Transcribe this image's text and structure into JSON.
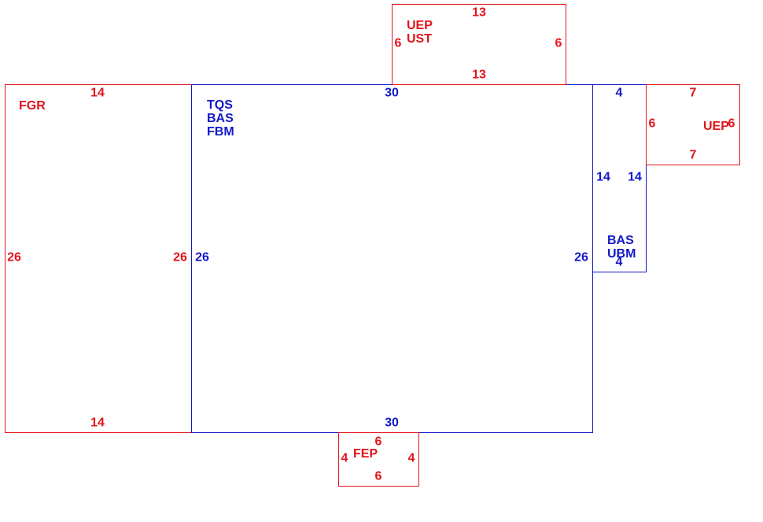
{
  "colors": {
    "red": "#e2141b",
    "blue": "#1318c8",
    "background": "#ffffff"
  },
  "rooms": {
    "fgr": {
      "codes": [
        "FGR"
      ],
      "color": "red",
      "dims": {
        "top": "14",
        "bottom": "14",
        "left": "26",
        "right": "26"
      }
    },
    "main": {
      "codes": [
        "TQS",
        "BAS",
        "FBM"
      ],
      "color": "blue",
      "dims": {
        "top": "30",
        "bottom": "30",
        "left": "26",
        "right": "26"
      }
    },
    "top_uep": {
      "codes": [
        "UEP",
        "UST"
      ],
      "color": "red",
      "dims": {
        "top": "13",
        "bottom": "13",
        "left": "6",
        "right": "6"
      }
    },
    "side": {
      "codes": [
        "BAS",
        "UBM"
      ],
      "color": "blue",
      "dims": {
        "top": "4",
        "bottom": "4",
        "left": "14",
        "right": "14"
      }
    },
    "right_uep": {
      "codes": [
        "UEP"
      ],
      "color": "red",
      "dims": {
        "top": "7",
        "bottom": "7",
        "left": "6",
        "right": "6"
      }
    },
    "fep": {
      "codes": [
        "FEP"
      ],
      "color": "red",
      "dims": {
        "top": "6",
        "bottom": "6",
        "left": "4",
        "right": "4"
      }
    }
  }
}
